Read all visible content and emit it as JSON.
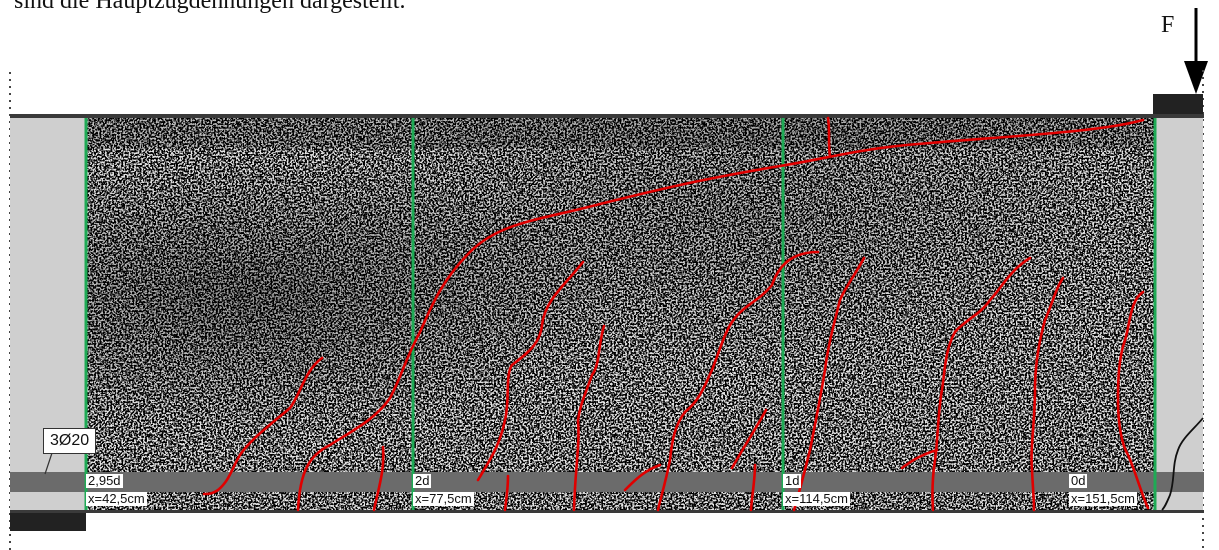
{
  "caption": "sind die Hauptzugdehnungen dargestellt.",
  "force_label": "F",
  "reinforcement_label": "3Ø20",
  "sections": [
    {
      "d": "2,95d",
      "x": "x=42,5cm"
    },
    {
      "d": "2d",
      "x": "x=77,5cm"
    },
    {
      "d": "1d",
      "x": "x=114,5cm"
    },
    {
      "d": "0d",
      "x": "x=151,5cm"
    }
  ],
  "colors": {
    "crack": "#e00000",
    "section_line": "#1faa55",
    "support_gray": "#cfcfcf",
    "rebar_gray": "#6b6b6b",
    "speckle_bg": "#d8d8d8"
  }
}
